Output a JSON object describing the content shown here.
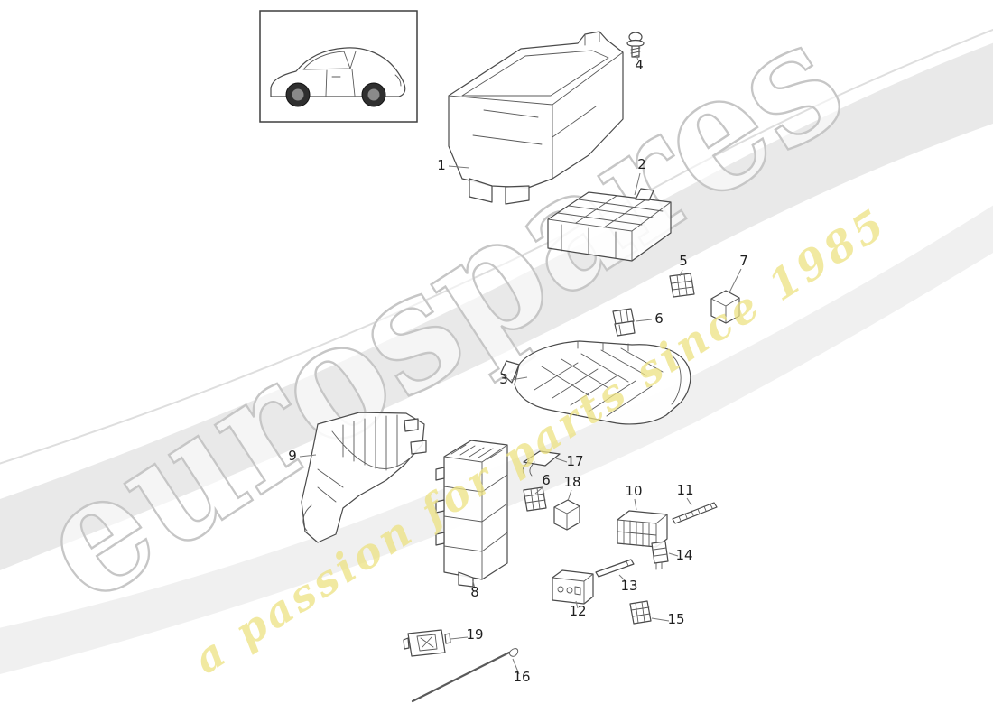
{
  "watermark": {
    "brand": "eurospares",
    "tagline": "a passion for parts since 1985",
    "brand_color": "#c6c6c6",
    "tagline_color": "#ece182"
  },
  "diagram": {
    "callouts": [
      {
        "label": "1"
      },
      {
        "label": "2"
      },
      {
        "label": "4"
      },
      {
        "label": "5"
      },
      {
        "label": "7"
      },
      {
        "label": "6"
      },
      {
        "label": "3"
      },
      {
        "label": "9"
      },
      {
        "label": "17"
      },
      {
        "label": "6"
      },
      {
        "label": "18"
      },
      {
        "label": "10"
      },
      {
        "label": "11"
      },
      {
        "label": "14"
      },
      {
        "label": "8"
      },
      {
        "label": "13"
      },
      {
        "label": "12"
      },
      {
        "label": "15"
      },
      {
        "label": "19"
      },
      {
        "label": "16"
      }
    ]
  }
}
